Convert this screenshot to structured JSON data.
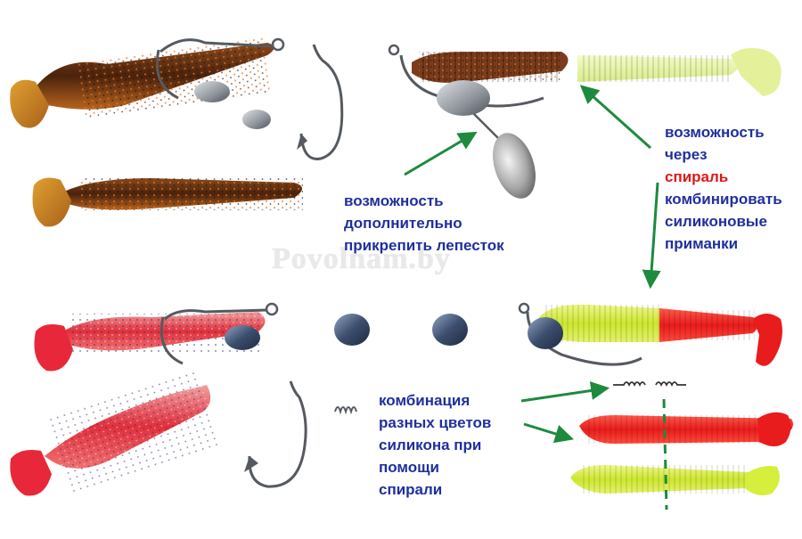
{
  "watermark": "Povolnam.by",
  "captions": {
    "petal": [
      "возможность",
      "дополнительно",
      "прикрепить лепесток"
    ],
    "spiral": [
      "возможность",
      "через",
      "спираль",
      "комбинировать",
      "силиконовые",
      "приманки"
    ],
    "colors": [
      "комбинация",
      "разных цветов",
      "силикона при",
      "помощи",
      "спирали"
    ]
  },
  "colors": {
    "caption_text": "#1f2f9e",
    "highlight_text": "#e01818",
    "arrow": "#1d8a3e",
    "lure_brown": "#5a2a12",
    "lure_red": "#e8283a",
    "lure_lime": "#d6ee3c",
    "weight_gray": "#8d939a",
    "hook_gray": "#555a60"
  }
}
